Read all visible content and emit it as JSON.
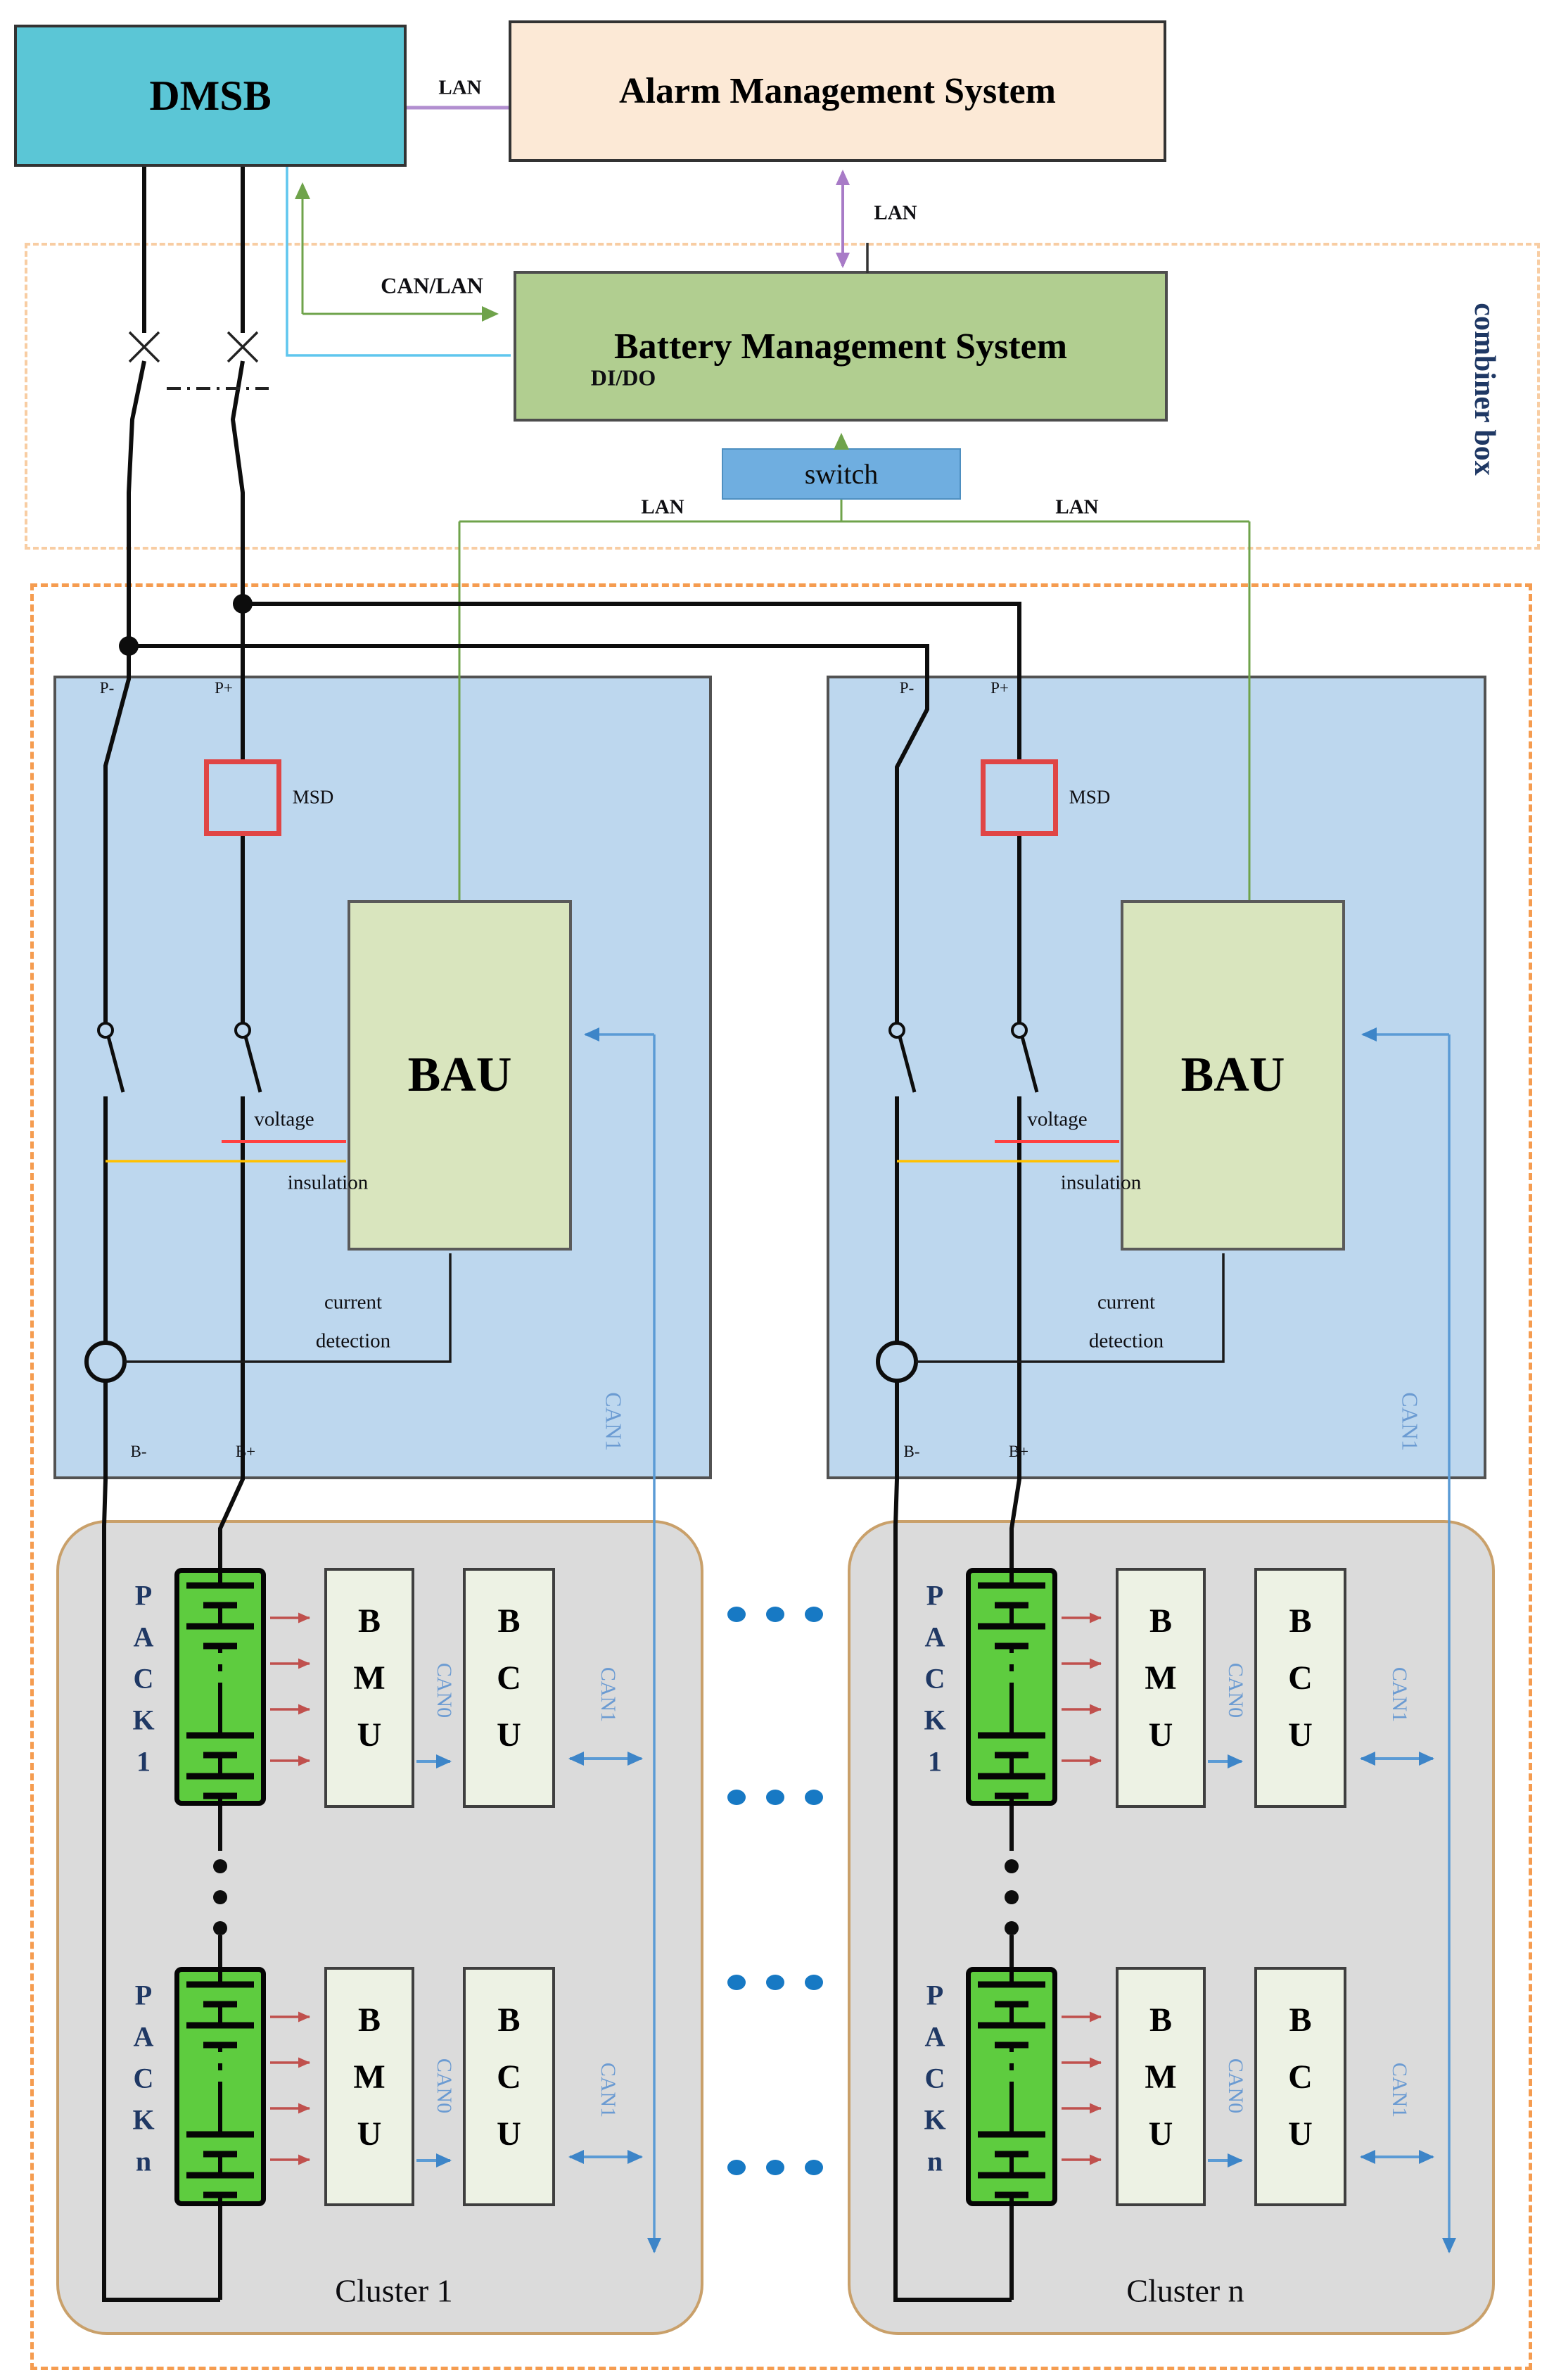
{
  "header": {
    "dmsb": "DMSB",
    "alarm_system": "Alarm Management System",
    "battery_system": "Battery Management System",
    "switch": "switch",
    "combiner_box": "combiner box",
    "lan_dmsb_alarm": "LAN",
    "lan_alarm_bms": "LAN",
    "can_lan": "CAN/LAN",
    "di_do": "DI/DO",
    "lan_switch_left": "LAN",
    "lan_switch_right": "LAN"
  },
  "bau_boxes": [
    {
      "side": "left",
      "p_minus": "P-",
      "p_plus": "P+",
      "msd": "MSD",
      "title": "BAU",
      "voltage": "voltage",
      "insulation": "insulation",
      "current": "current",
      "detection": "detection",
      "can1": "CAN1",
      "b_minus": "B-",
      "b_plus": "B+"
    },
    {
      "side": "right",
      "p_minus": "P-",
      "p_plus": "P+",
      "msd": "MSD",
      "title": "BAU",
      "voltage": "voltage",
      "insulation": "insulation",
      "current": "current",
      "detection": "detection",
      "can1": "CAN1",
      "b_minus": "B-",
      "b_plus": "B+"
    }
  ],
  "clusters": [
    {
      "title": "Cluster 1",
      "pack_top": "PACK1",
      "pack_bottom": "PACKn",
      "bmu": "BMU",
      "bcu": "BCU",
      "can0": "CAN0",
      "can1": "CAN1"
    },
    {
      "title": "Cluster n",
      "pack_top": "PACK1",
      "pack_bottom": "PACKn",
      "bmu": "BMU",
      "bcu": "BCU",
      "can0": "CAN0",
      "can1": "CAN1"
    }
  ],
  "colors": {
    "dmsb_fill": "#5BC6D6",
    "alarm_fill": "#FCE9D6",
    "bms_fill": "#B1CE90",
    "switch_fill": "#6FAEE0",
    "blue_box_fill": "#BDD7EE",
    "bau_fill": "#D9E5BE",
    "cluster_fill": "#DBDBDB",
    "battery_fill": "#5ECC3F",
    "unit_fill": "#EDF2E4",
    "msd_border": "#E04545",
    "combiner_dash": "#F8CDA3",
    "main_dash": "#F59C50",
    "lan_purple": "#B28FD0",
    "can_green": "#6FA34B",
    "di_do_blue": "#5FC6EE",
    "can_blue": "#3D85C8",
    "red_arrow": "#C0504D",
    "voltage_red": "#FF4040",
    "insulation_orange": "#FFC000",
    "ellipsis_blue": "#1779C4"
  }
}
